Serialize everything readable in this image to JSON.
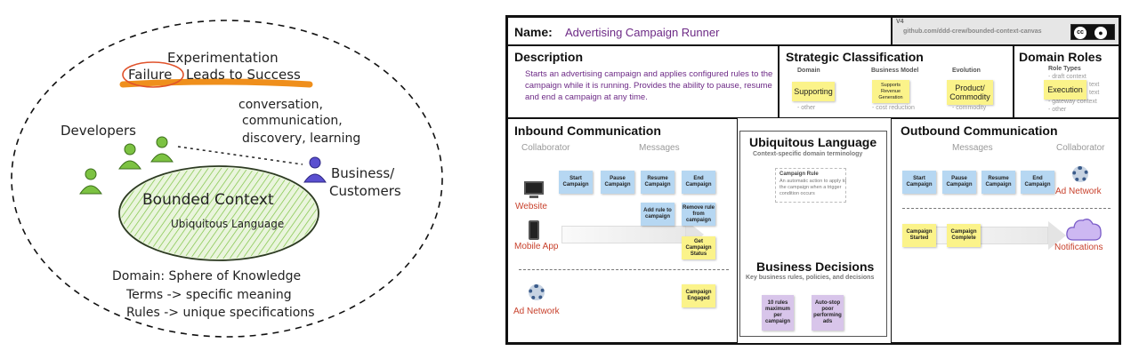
{
  "sketch": {
    "top_caption": "Experimentation",
    "failure_word": "Failure",
    "leads_text": "Leads to Success",
    "activities": [
      "conversation,",
      "communication,",
      "discovery, learning"
    ],
    "developers": "Developers",
    "business": [
      "Business/",
      "Customers"
    ],
    "bounded_context": "Bounded Context",
    "ubiquitous_language": "Ubiquitous Language",
    "domain_lines": [
      "Domain: Sphere of Knowledge",
      "Terms -> specific meaning",
      "Rules -> unique specifications"
    ],
    "colors": {
      "green": "#7cc242",
      "purple": "#5a4fd0",
      "orange": "#ef8f1c"
    }
  },
  "canvas": {
    "name_label": "Name:",
    "name_value": "Advertising Campaign Runner",
    "version": "V4",
    "repo": "github.com/ddd-crew/bounded-context-canvas",
    "license_icons": [
      "cc-icon",
      "by-icon"
    ],
    "description": {
      "title": "Description",
      "text": "Starts an advertising campaign and applies configured rules to the campaign while it is running. Provides the ability to pause, resume and end a campaign at any time."
    },
    "strategic": {
      "title": "Strategic Classification",
      "cols": [
        {
          "head": "Domain",
          "sticky": "Supporting",
          "below": "- other"
        },
        {
          "head": "Business Model",
          "sticky": "Supports Revenue Generation",
          "below": "- cost reduction"
        },
        {
          "head": "Evolution",
          "sticky": "Product/ Commodity",
          "below": "- commodity"
        }
      ]
    },
    "roles": {
      "title": "Domain Roles",
      "head": "Role Types",
      "items": [
        "- draft context",
        "text",
        "text",
        "- gateway context",
        "- other"
      ],
      "sticky": "Execution"
    },
    "inbound": {
      "title": "Inbound Communication",
      "collaborator_head": "Collaborator",
      "messages_head": "Messages",
      "collaborators": [
        "Website",
        "Mobile App",
        "Ad Network"
      ],
      "row1": [
        "Start Campaign",
        "Pause Campaign",
        "Resume Campaign",
        "End Campaign"
      ],
      "row2": [
        "Add rule to campaign",
        "Remove rule from campaign"
      ],
      "query": "Get Campaign Status",
      "event": "Campaign Engaged"
    },
    "ubiquitous": {
      "title": "Ubiquitous Language",
      "subtitle": "Context-specific domain terminology",
      "term_title": "Campaign Rule",
      "term_text": "An automatic action to apply to the campaign when a trigger condition occurs"
    },
    "decisions": {
      "title": "Business Decisions",
      "subtitle": "Key business rules, policies, and decisions",
      "items": [
        "10 rules maximum per campaign",
        "Auto-stop poor performing ads"
      ]
    },
    "outbound": {
      "title": "Outbound Communication",
      "messages_head": "Messages",
      "collaborator_head": "Collaborator",
      "commands": [
        "Start Campaign",
        "Pause Campaign",
        "Resume Campaign",
        "End Campaign"
      ],
      "events": [
        "Campaign Started",
        "Campaign Complete"
      ],
      "collaborators": [
        "Ad Network",
        "Notifications"
      ]
    },
    "colors": {
      "command": "#b6d7f2",
      "event": "#fbf38a",
      "policy": "#d8c5ea",
      "purple": "#6d2a86",
      "red": "#c8412c"
    }
  }
}
